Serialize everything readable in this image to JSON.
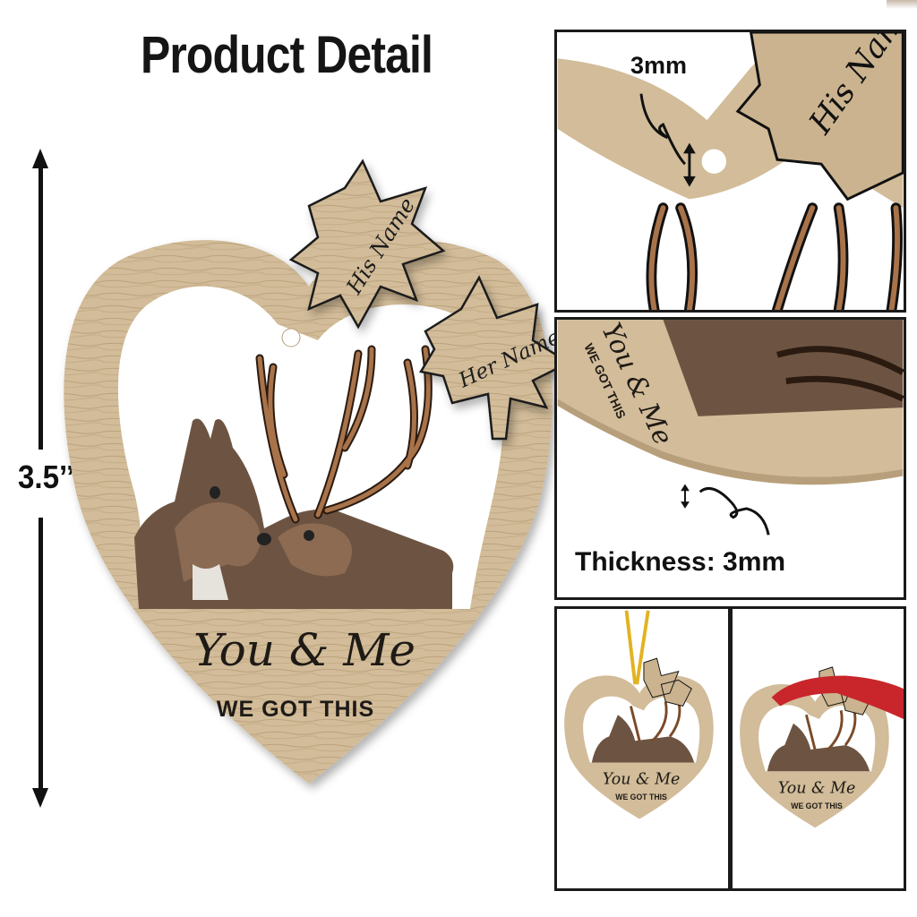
{
  "header": {
    "title": "Product Detail"
  },
  "dimension": {
    "height_label": "3.5’’"
  },
  "ornament": {
    "shape": "heart",
    "material_color": "#d2bc99",
    "tags": [
      {
        "label": "His Name"
      },
      {
        "label": "Her Name"
      }
    ],
    "script_line": "You & Me",
    "subtitle": "WE GOT THIS"
  },
  "detail_panels": [
    {
      "label": "3mm",
      "description": "hanging hole detail"
    },
    {
      "label": "Thickness: 3mm",
      "description": "edge thickness detail"
    },
    {
      "hanger": "gold string",
      "hanger_color": "#e2b321"
    },
    {
      "hanger": "red ribbon",
      "hanger_color": "#c8262b"
    }
  ],
  "colors": {
    "text": "#151515",
    "wood": "#d2bc99",
    "wood_dark": "#b89f7b",
    "border": "#1a1a1a"
  }
}
